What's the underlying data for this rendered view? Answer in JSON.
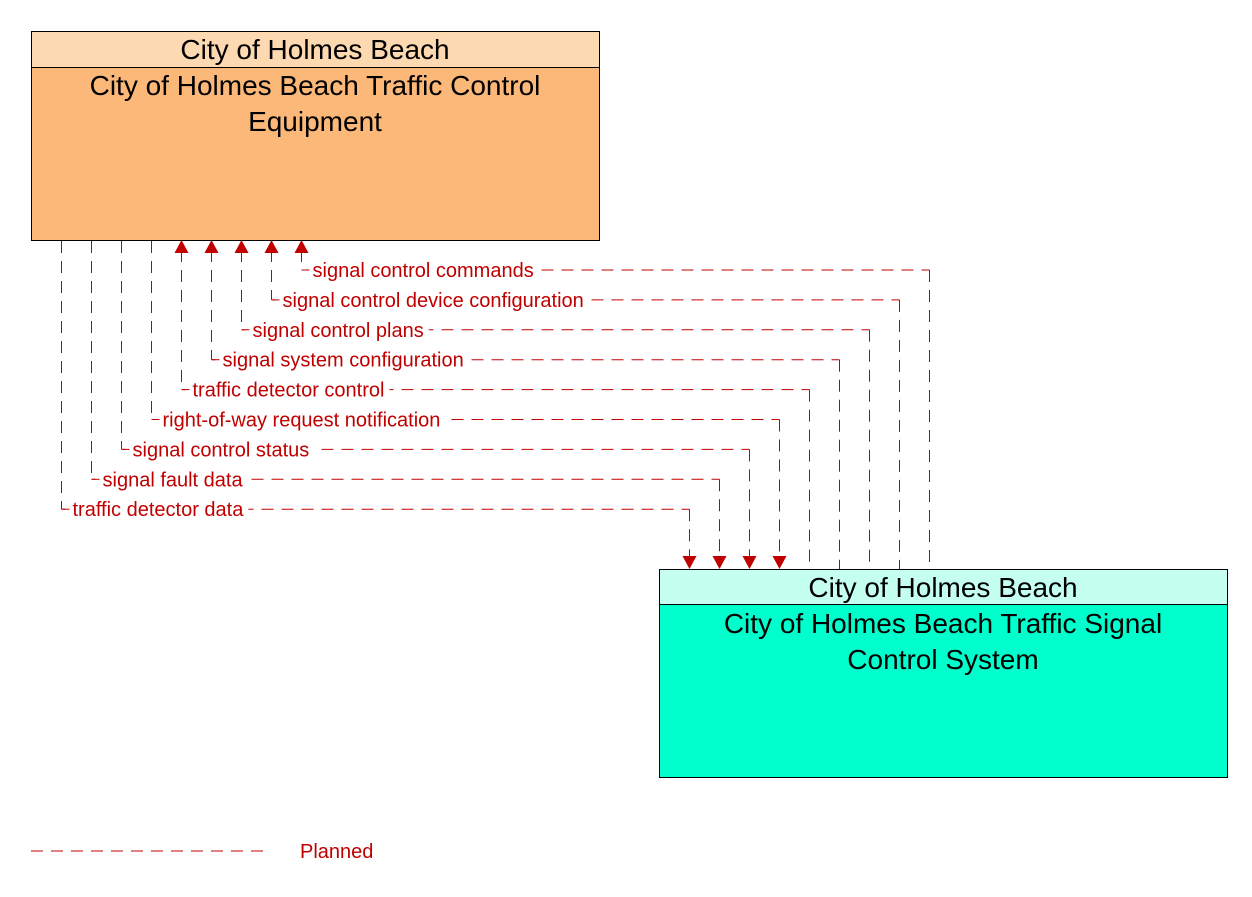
{
  "source": {
    "owner": "City of Holmes Beach",
    "name_lines": [
      "City of Holmes Beach Traffic Control",
      "Equipment"
    ]
  },
  "target": {
    "owner": "City of Holmes Beach",
    "name_lines": [
      "City of Holmes Beach Traffic Signal",
      "Control System"
    ]
  },
  "flows": [
    {
      "label": "signal control commands",
      "direction": "to-source"
    },
    {
      "label": "signal control device configuration",
      "direction": "to-source"
    },
    {
      "label": "signal control plans",
      "direction": "to-source"
    },
    {
      "label": "signal system configuration",
      "direction": "to-source"
    },
    {
      "label": "traffic detector control",
      "direction": "to-source"
    },
    {
      "label": "right-of-way request notification",
      "direction": "to-target"
    },
    {
      "label": "signal control status",
      "direction": "to-target"
    },
    {
      "label": "signal fault data",
      "direction": "to-target"
    },
    {
      "label": "traffic detector data",
      "direction": "to-target"
    }
  ],
  "legend": {
    "label": "Planned"
  },
  "colors": {
    "flow": "#c00000",
    "source_header": "#fdd9b2",
    "source_body": "#fbb878",
    "target_header": "#c4fff0",
    "target_body": "#00ffcc"
  }
}
